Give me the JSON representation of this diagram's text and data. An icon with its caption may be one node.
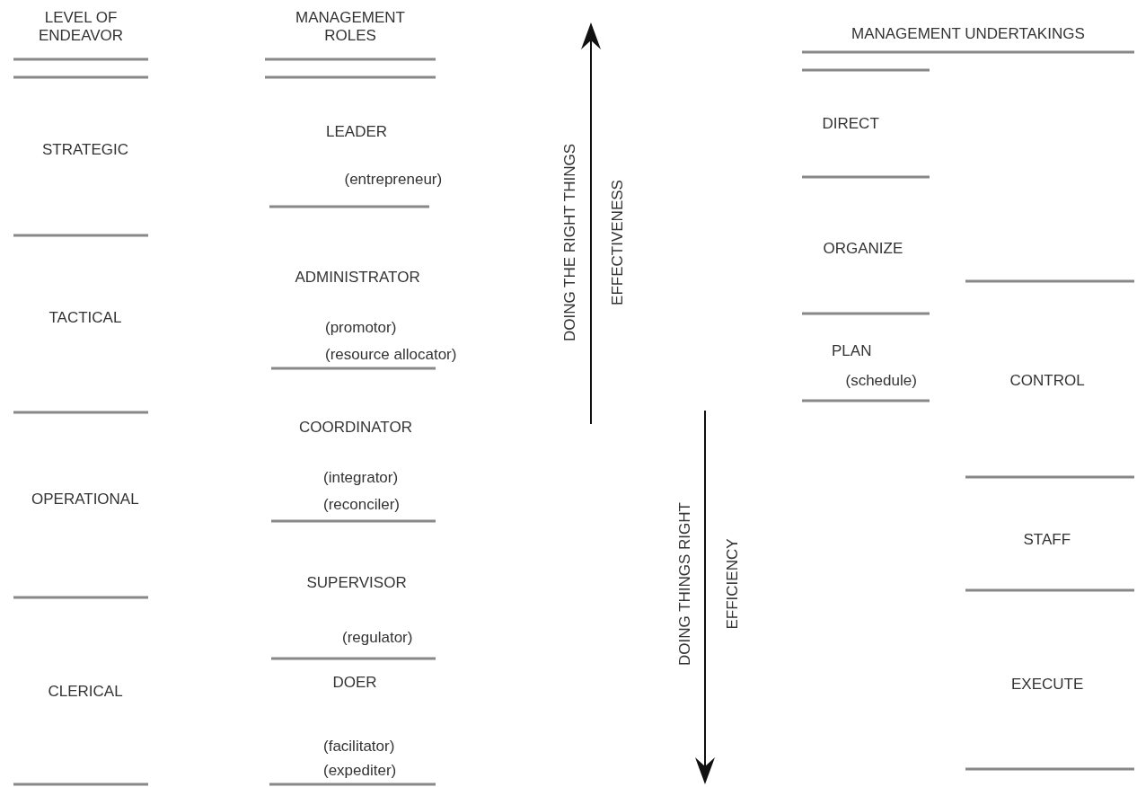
{
  "diagram": {
    "labels": [
      "LEVEL OF ENDEAVOR",
      "MANAGEMENT ROLES",
      "MANAGEMENT UNDERTAKINGS",
      "STRATEGIC",
      "LEADER",
      "(entrepreneur)",
      "DIRECT",
      "DOING THE RIGHT THINGS",
      "EFFECTIVENESS",
      "ORGANIZE",
      "TACTICAL",
      "ADMINISTRATOR",
      "(promotor)",
      "(resource allocator)",
      "PLAN",
      "(schedule)",
      "CONTROL",
      "OPERATIONAL",
      "COORDINATOR",
      "(integrator)",
      "(reconciler)",
      "DOING THINGS RIGHT",
      "EFFICIENCY",
      "STAFF",
      "SUPERVISOR",
      "(regulator)",
      "CLERICAL",
      "DOER",
      "(facilitator)",
      "(expediter)",
      "EXECUTE"
    ]
  }
}
